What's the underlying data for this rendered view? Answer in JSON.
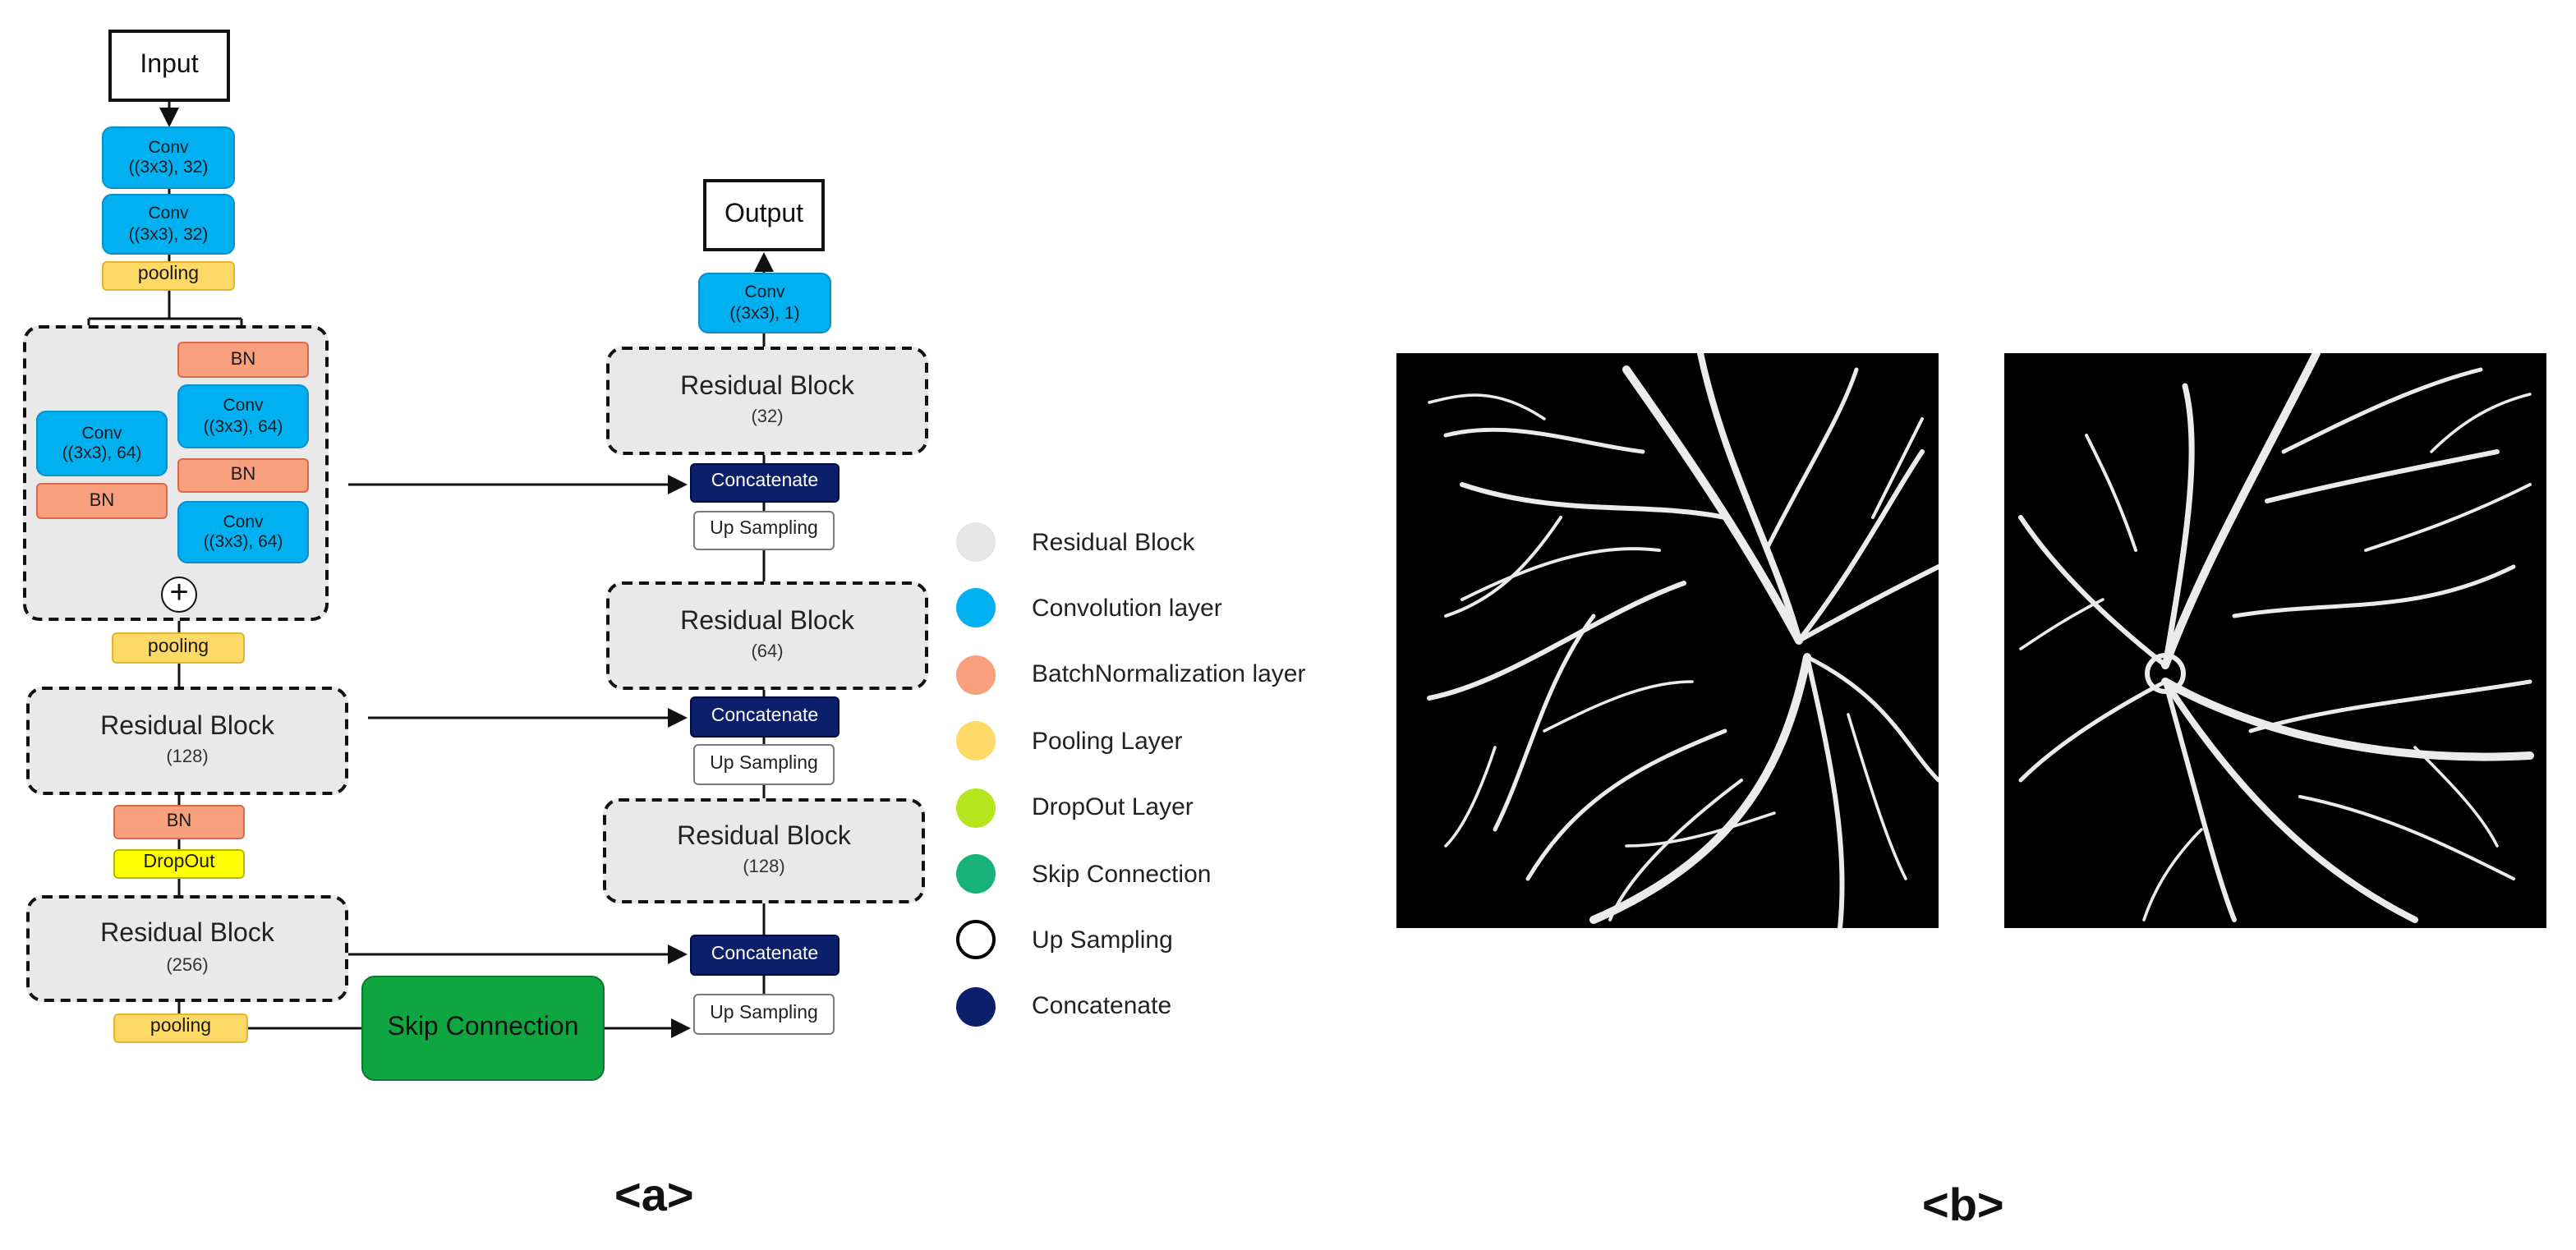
{
  "diagram": {
    "input": "Input",
    "output": "Output",
    "encoder": {
      "conv1": {
        "title": "Conv",
        "spec": "((3x3), 32)"
      },
      "conv2": {
        "title": "Conv",
        "spec": "((3x3), 32)"
      },
      "pool1": "pooling",
      "res_block": {
        "bn_a": "BN",
        "conv_a": {
          "title": "Conv",
          "spec": "((3x3), 64)"
        },
        "bn_b": "BN",
        "conv_b": {
          "title": "Conv",
          "spec": "((3x3), 64)"
        },
        "shortcut_conv": {
          "title": "Conv",
          "spec": "((3x3), 64)"
        },
        "shortcut_bn": "BN",
        "add_symbol": "+"
      },
      "pool2": "pooling",
      "res128": {
        "title": "Residual Block",
        "size": "(128)"
      },
      "bn": "BN",
      "dropout": "DropOut",
      "res256": {
        "title": "Residual Block",
        "size": "(256)"
      },
      "pool3": "pooling"
    },
    "skip": "Skip Connection",
    "decoder": {
      "out_conv": {
        "title": "Conv",
        "spec": "((3x3), 1)"
      },
      "res32": {
        "title": "Residual Block",
        "size": "(32)"
      },
      "concat1": "Concatenate",
      "up1": "Up Sampling",
      "res64": {
        "title": "Residual Block",
        "size": "(64)"
      },
      "concat2": "Concatenate",
      "up2": "Up Sampling",
      "res128": {
        "title": "Residual Block",
        "size": "(128)"
      },
      "concat3": "Concatenate",
      "up3": "Up Sampling"
    }
  },
  "legend": [
    {
      "label": "Residual Block",
      "color": "#e6e6e6",
      "style": "fill"
    },
    {
      "label": "Convolution layer",
      "color": "#00b0f0",
      "style": "fill"
    },
    {
      "label": "BatchNormalization layer",
      "color": "#f8a07e",
      "style": "fill"
    },
    {
      "label": "Pooling Layer",
      "color": "#ffd966",
      "style": "fill"
    },
    {
      "label": "DropOut Layer",
      "color": "#b5e61d",
      "style": "fill"
    },
    {
      "label": "Skip Connection",
      "color": "#16b27a",
      "style": "fill"
    },
    {
      "label": "Up Sampling",
      "color": "#000000",
      "style": "ring"
    },
    {
      "label": "Concatenate",
      "color": "#0c1f6b",
      "style": "fill"
    }
  ],
  "captions": {
    "a": "<a>",
    "b": "<b>"
  }
}
